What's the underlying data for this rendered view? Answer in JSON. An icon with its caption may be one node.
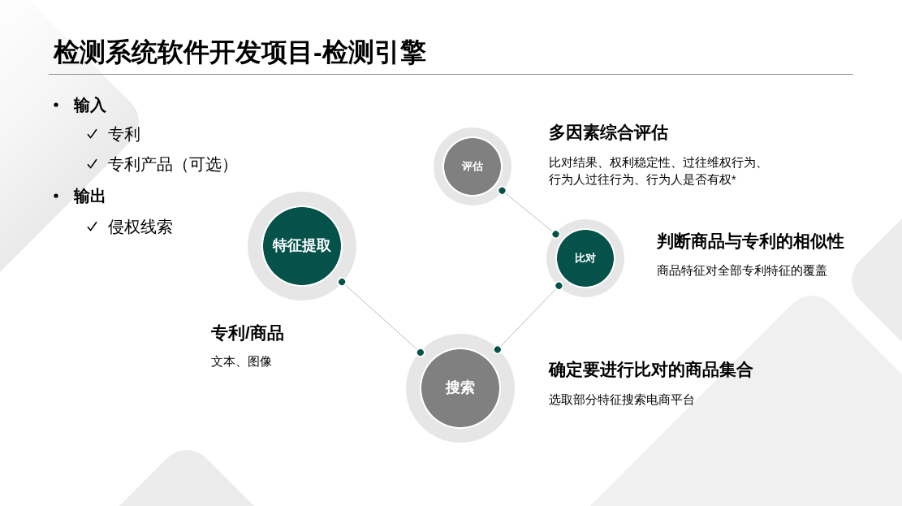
{
  "diagram": {
    "title": "检测系统软件开发项目-检测引擎",
    "nodes": [
      {
        "text": [
          "特征提取"
        ],
        "beside": [
          "专利/商品",
          "文本、图像"
        ]
      },
      {
        "text": [
          "搜索"
        ],
        "beside": [
          "确定要进行比对的商品集合",
          "选取部分特征搜索电商平台"
        ]
      },
      {
        "text": [
          "比对"
        ],
        "beside": [
          "判断商品与专利的相似性",
          "商品特征对全部专利特征的覆盖"
        ]
      },
      {
        "text": [
          "评估"
        ],
        "beside": [
          "多因素综合评估",
          "比对结果、权利稳定性、过往维权行为、行为人过往行为、行为人是否有权*"
        ]
      }
    ],
    "edges": [
      {
        "from": 0,
        "to": 1,
        "arrow": "other"
      },
      {
        "from": 1,
        "to": 2,
        "arrow": "other"
      },
      {
        "from": 2,
        "to": 3,
        "arrow": "other"
      }
    ],
    "labels": [
      "输入",
      "专利",
      "专利产品（可选）",
      "输出",
      "侵权线索"
    ]
  }
}
